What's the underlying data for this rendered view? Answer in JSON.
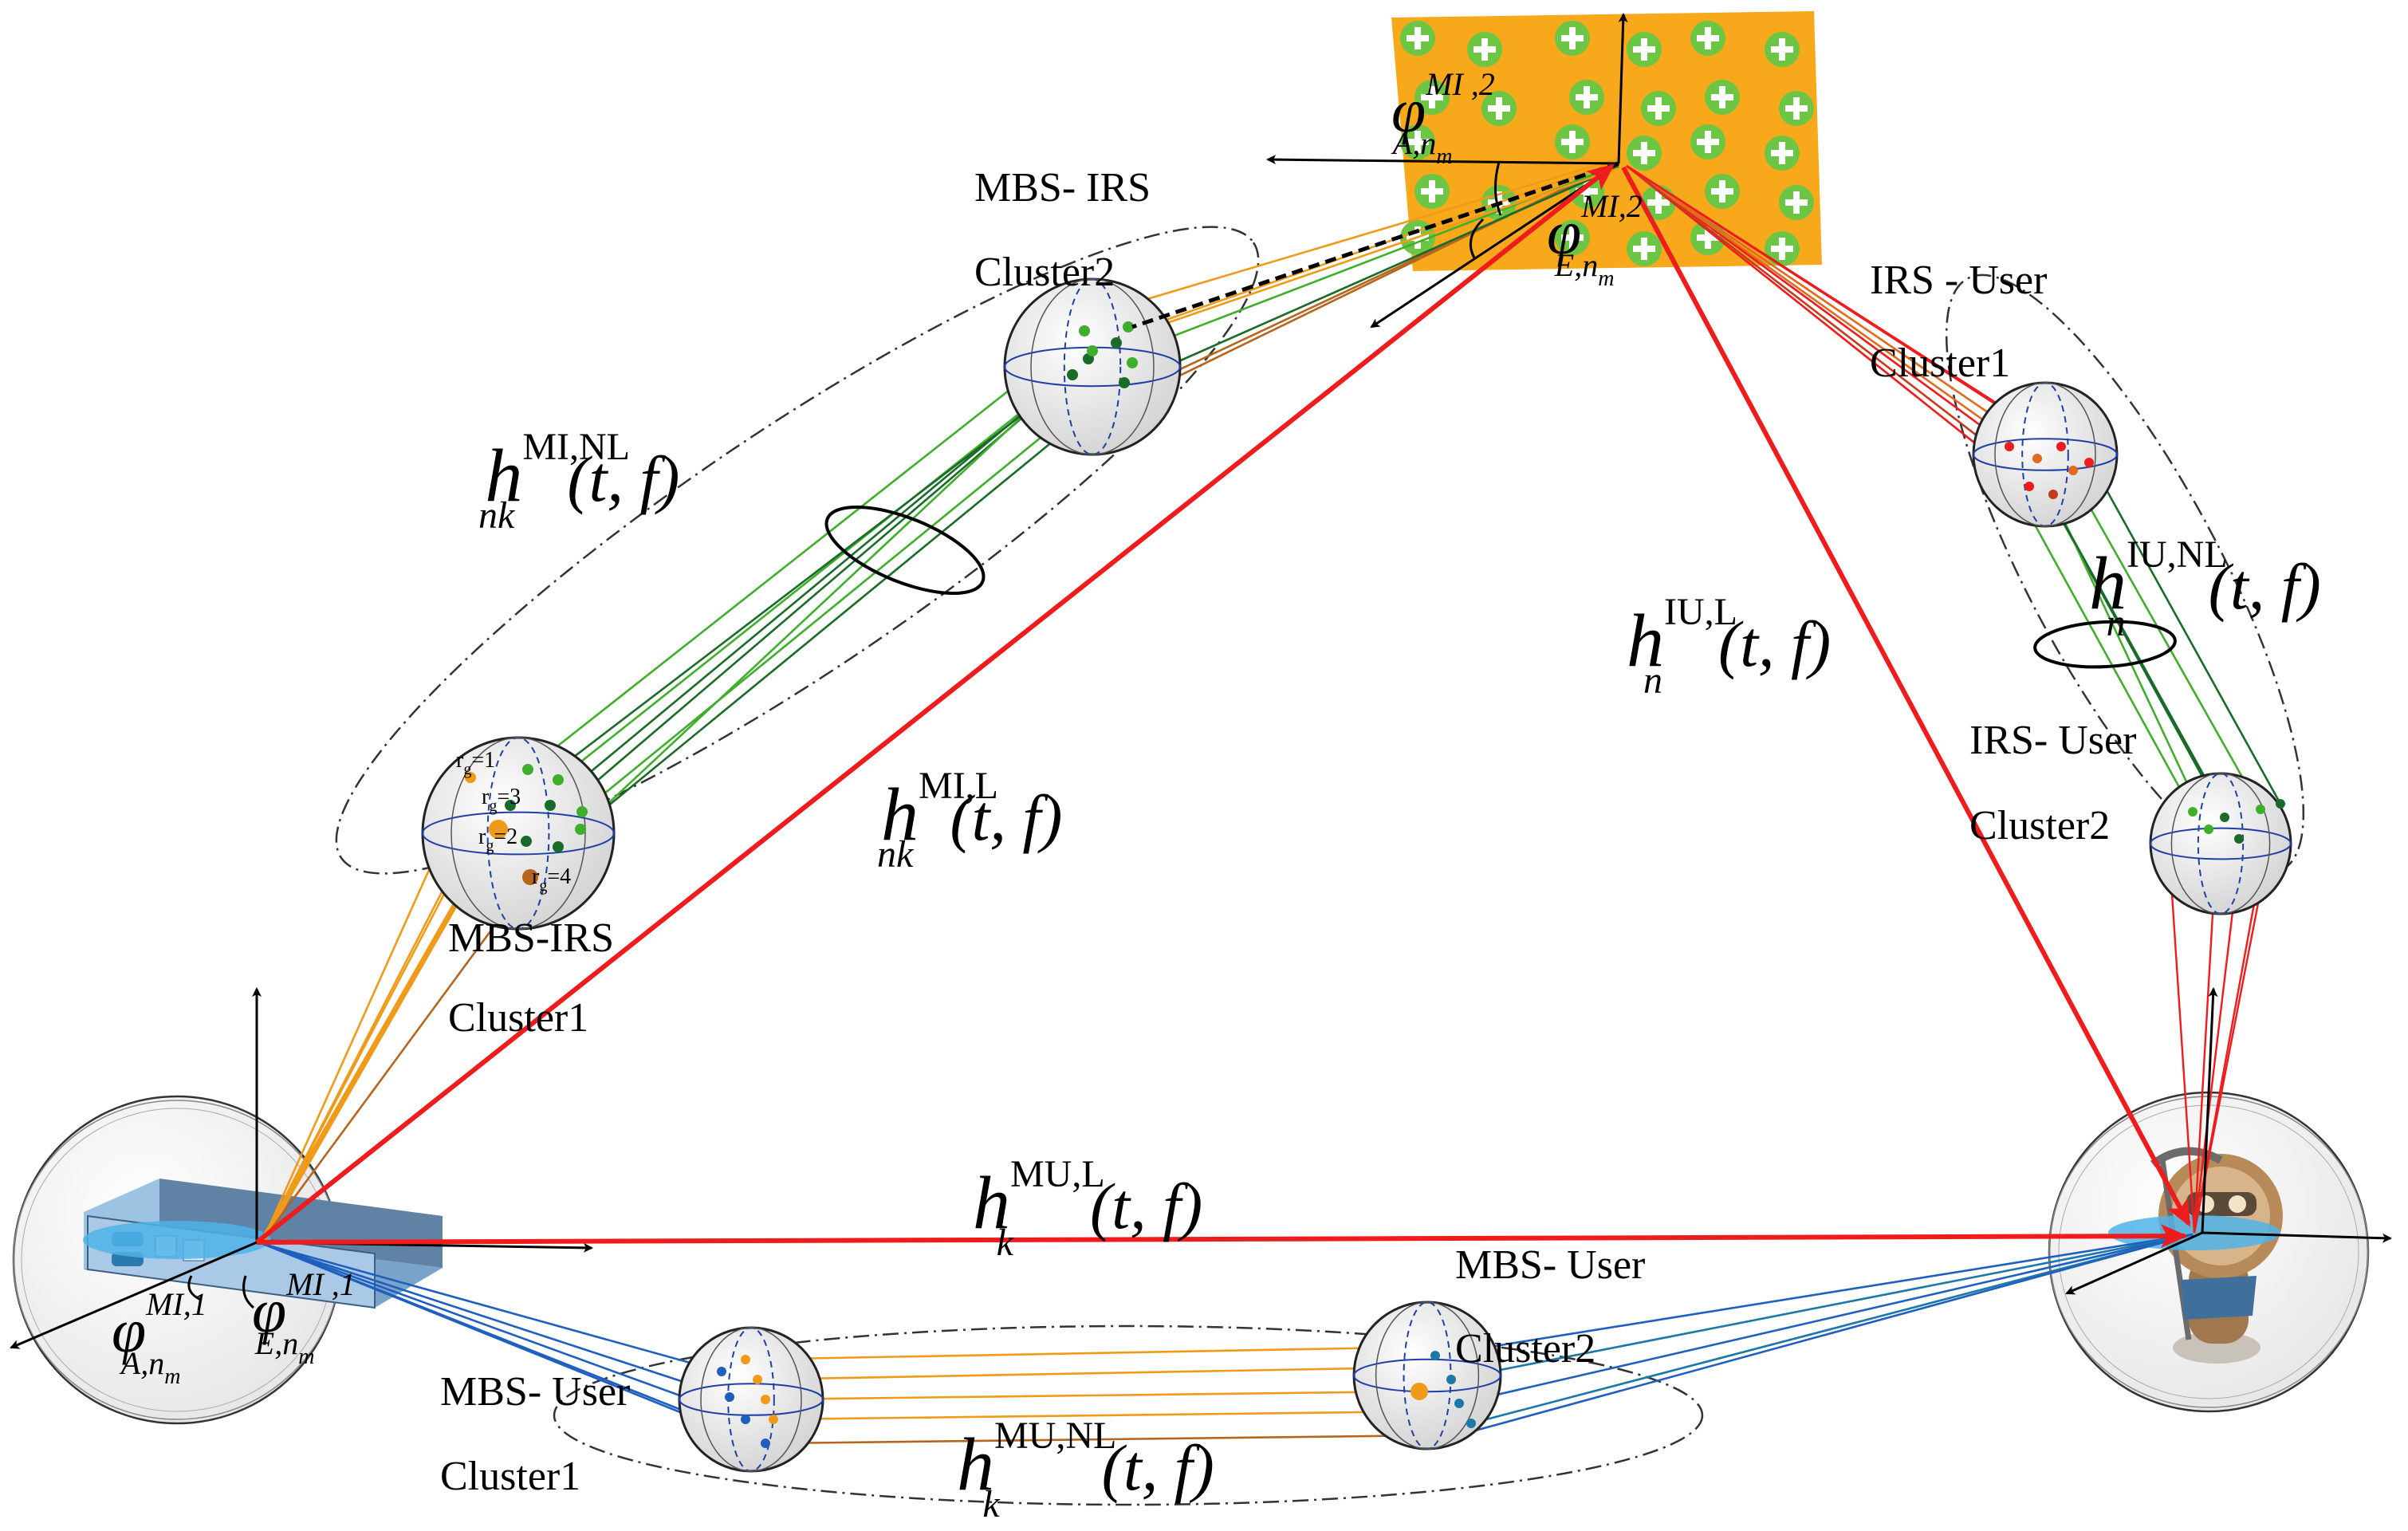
{
  "clusters": {
    "mi1": [
      "MBS-IRS",
      "Cluster1"
    ],
    "mi2": [
      "MBS- IRS",
      "Cluster2"
    ],
    "iu1": [
      "IRS - User",
      "Cluster1"
    ],
    "iu2": [
      "IRS- User",
      "Cluster2"
    ],
    "mu1": [
      "MBS- User",
      "Cluster1"
    ],
    "mu2": [
      "MBS- User",
      "Cluster2"
    ]
  },
  "rg_labels": [
    "r",
    "=1",
    "r",
    "=3",
    "r",
    "=2",
    "r",
    "=4"
  ],
  "rg_sub": "g",
  "channels": {
    "mi_nl": {
      "base": "h",
      "sub": "nk",
      "sup": "MI,NL",
      "args": "(t, f)"
    },
    "mi_l": {
      "base": "h",
      "sub": "nk",
      "sup": "MI,L",
      "args": "(t, f)"
    },
    "iu_l": {
      "base": "h",
      "sub": "n",
      "sup": "IU,L",
      "args": "(t, f)"
    },
    "iu_nl": {
      "base": "h",
      "sub": "n",
      "sup": "IU,NL",
      "args": "(t, f)"
    },
    "mu_l": {
      "base": "h",
      "sub": "k",
      "sup": "MU,L",
      "args": "(t, f)"
    },
    "mu_nl": {
      "base": "h",
      "sub": "k",
      "sup": "MU,NL",
      "args": "(t, f)"
    }
  },
  "angles": {
    "irs_az": {
      "base": "φ",
      "sub": "A,n",
      "subsub": "m",
      "sup": "MI ,2"
    },
    "irs_el": {
      "base": "φ",
      "sub": "E,n",
      "subsub": "m",
      "sup": "MI,2"
    },
    "mbs_az": {
      "base": "φ",
      "sub": "A,n",
      "subsub": "m",
      "sup": "MI,1"
    },
    "mbs_el": {
      "base": "φ",
      "sub": "E,n",
      "subsub": "m",
      "sup": "MI ,1"
    }
  },
  "colors": {
    "los": "#ee1c1c",
    "irs_panel": "#f7a81b",
    "irs_element": "#6cc644",
    "green_path": "#3fae2a",
    "dark_green_path": "#1a6b2a",
    "orange_path": "#f09a1a",
    "brown_path": "#b5651d",
    "blue_path": "#1f5fbf",
    "sky_blue": "#4fb3e8"
  }
}
